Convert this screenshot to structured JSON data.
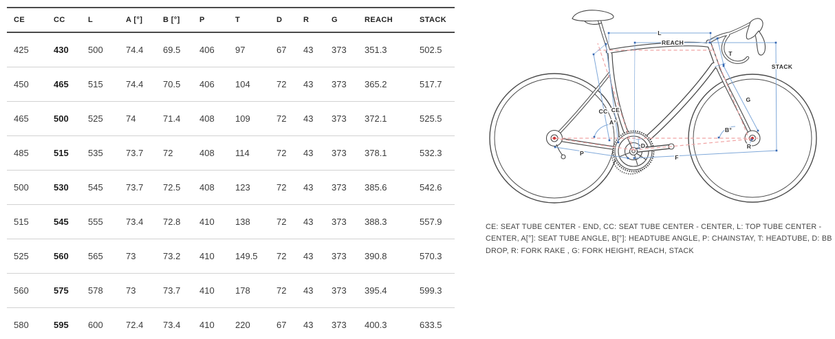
{
  "table": {
    "headers": [
      "CE",
      "CC",
      "L",
      "A [°]",
      "B [°]",
      "P",
      "T",
      "D",
      "R",
      "G",
      "REACH",
      "STACK"
    ],
    "rows": [
      [
        "425",
        "430",
        "500",
        "74.4",
        "69.5",
        "406",
        "97",
        "67",
        "43",
        "373",
        "351.3",
        "502.5"
      ],
      [
        "450",
        "465",
        "515",
        "74.4",
        "70.5",
        "406",
        "104",
        "72",
        "43",
        "373",
        "365.2",
        "517.7"
      ],
      [
        "465",
        "500",
        "525",
        "74",
        "71.4",
        "408",
        "109",
        "72",
        "43",
        "373",
        "372.1",
        "525.5"
      ],
      [
        "485",
        "515",
        "535",
        "73.7",
        "72",
        "408",
        "114",
        "72",
        "43",
        "373",
        "378.1",
        "532.3"
      ],
      [
        "500",
        "530",
        "545",
        "73.7",
        "72.5",
        "408",
        "123",
        "72",
        "43",
        "373",
        "385.6",
        "542.6"
      ],
      [
        "515",
        "545",
        "555",
        "73.4",
        "72.8",
        "410",
        "138",
        "72",
        "43",
        "373",
        "388.3",
        "557.9"
      ],
      [
        "525",
        "560",
        "565",
        "73",
        "73.2",
        "410",
        "149.5",
        "72",
        "43",
        "373",
        "390.8",
        "570.3"
      ],
      [
        "560",
        "575",
        "578",
        "73",
        "73.7",
        "410",
        "178",
        "72",
        "43",
        "373",
        "395.4",
        "599.3"
      ],
      [
        "580",
        "595",
        "600",
        "72.4",
        "73.4",
        "410",
        "220",
        "67",
        "43",
        "373",
        "400.3",
        "633.5"
      ]
    ],
    "bold_column_header": "CC"
  },
  "diagram": {
    "labels": {
      "L": "L",
      "REACH": "REACH",
      "STACK": "STACK",
      "T": "T",
      "G": "G",
      "CC": "CC",
      "CE": "CE",
      "A": "A°",
      "B": "B°",
      "D": "D",
      "R": "R",
      "P": "P",
      "F": "F"
    }
  },
  "legend": "CE: SEAT TUBE CENTER - END, CC: SEAT TUBE CENTER - CENTER, L: TOP TUBE CENTER - CENTER, A[°]: SEAT TUBE ANGLE, B[°]: HEADTUBE ANGLE, P: CHAINSTAY, T: HEADTUBE, D: BB DROP, R: FORK RAKE , G: FORK HEIGHT, REACH, STACK",
  "colors": {
    "dimension_blue": "#7fa8d9",
    "marker_blue": "#3567b2",
    "dashed_red": "#f0a3a3",
    "frame_gray": "#474747",
    "hub_red": "#d03a3a"
  }
}
